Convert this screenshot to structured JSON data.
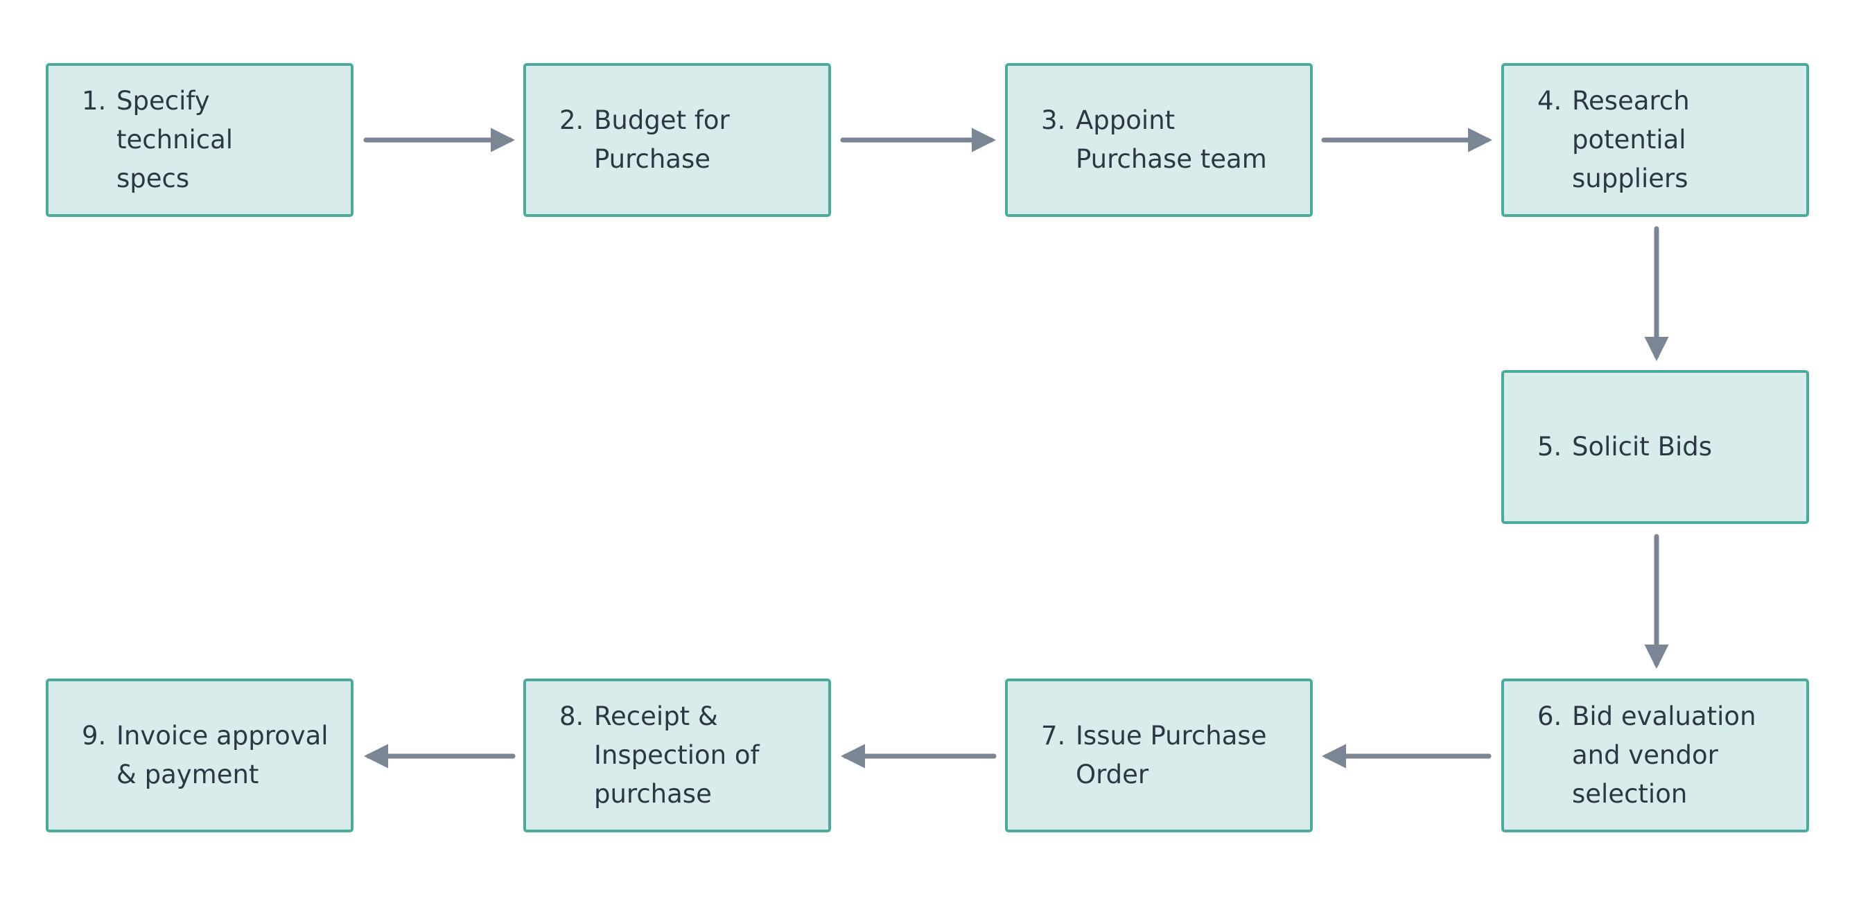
{
  "diagram": {
    "colors": {
      "box_fill": "#d8edeb",
      "box_border": "#4aab9c",
      "text": "#2c3744",
      "arrow": "#7a8693"
    },
    "steps": [
      {
        "number": "1.",
        "text": "Specify technical\nspecs"
      },
      {
        "number": "2.",
        "text": "Budget for\nPurchase"
      },
      {
        "number": "3.",
        "text": "Appoint\nPurchase team"
      },
      {
        "number": "4.",
        "text": "Research\npotential\nsuppliers"
      },
      {
        "number": "5.",
        "text": "Solicit Bids"
      },
      {
        "number": "6.",
        "text": "Bid evaluation\nand vendor\nselection"
      },
      {
        "number": "7.",
        "text": "Issue Purchase\nOrder"
      },
      {
        "number": "8.",
        "text": "Receipt &\nInspection of\npurchase"
      },
      {
        "number": "9.",
        "text": "Invoice approval\n& payment"
      }
    ],
    "connections": [
      {
        "from": 1,
        "to": 2
      },
      {
        "from": 2,
        "to": 3
      },
      {
        "from": 3,
        "to": 4
      },
      {
        "from": 4,
        "to": 5
      },
      {
        "from": 5,
        "to": 6
      },
      {
        "from": 6,
        "to": 7
      },
      {
        "from": 7,
        "to": 8
      },
      {
        "from": 8,
        "to": 9
      }
    ]
  }
}
